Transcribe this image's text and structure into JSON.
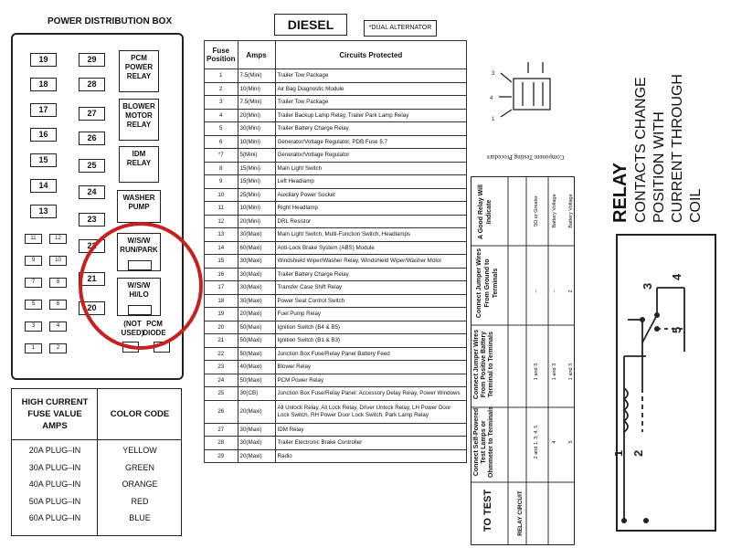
{
  "power_box": {
    "title": "POWER DISTRIBUTION BOX",
    "left_fuses": [
      "19",
      "18",
      "17",
      "16",
      "15",
      "14",
      "13"
    ],
    "right_fuses": [
      "29",
      "28",
      "27",
      "26",
      "25",
      "24",
      "23",
      "22",
      "21",
      "20"
    ],
    "mini_left": [
      "11",
      "9",
      "7",
      "5",
      "3",
      "1"
    ],
    "mini_right": [
      "12",
      "10",
      "8",
      "6",
      "4",
      "2"
    ],
    "pcm_relay": "PCM POWER RELAY",
    "blower_relay": "BLOWER MOTOR RELAY",
    "idm_relay": "IDM RELAY",
    "washer_pump": "WASHER PUMP",
    "ws_run": "W/S/W RUN/PARK",
    "ws_hilo": "W/S/W HI/LO",
    "not_used": "(NOT USED)",
    "pcm_diode": "PCM DIODE"
  },
  "color_code": {
    "col1_header": "HIGH CURRENT FUSE VALUE AMPS",
    "col2_header": "COLOR CODE",
    "rows": [
      {
        "fuse": "20A PLUG–IN",
        "color": "YELLOW"
      },
      {
        "fuse": "30A PLUG–IN",
        "color": "GREEN"
      },
      {
        "fuse": "40A PLUG–IN",
        "color": "ORANGE"
      },
      {
        "fuse": "50A PLUG–IN",
        "color": "RED"
      },
      {
        "fuse": "60A PLUG–IN",
        "color": "BLUE"
      }
    ]
  },
  "fuse_table": {
    "title": "DIESEL",
    "note": "*DUAL ALTERNATOR",
    "headers": [
      "Fuse Position",
      "Amps",
      "Circuits Protected"
    ],
    "rows": [
      [
        "1",
        "7.5(Mini)",
        "Trailer Tow Package"
      ],
      [
        "2",
        "10(Mini)",
        "Air Bag Diagnostic Module"
      ],
      [
        "3",
        "7.5(Mini)",
        "Trailer Tow Package"
      ],
      [
        "4",
        "20(Mini)",
        "Trailer Backup Lamp Relay, Trailer Park Lamp Relay"
      ],
      [
        "5",
        "30(Mini)",
        "Trailer Battery Charge Relay"
      ],
      [
        "6",
        "10(Mini)",
        "Generator/Voltage Regulator, PDB Fuse 5.7"
      ],
      [
        "*7",
        "5(Mini)",
        "Generator/Voltage Regulator"
      ],
      [
        "8",
        "15(Mini)",
        "Main Light Switch"
      ],
      [
        "9",
        "15(Mini)",
        "Left Headlamp"
      ],
      [
        "10",
        "25(Mini)",
        "Auxiliary Power Socket"
      ],
      [
        "11",
        "10(Mini)",
        "Right Headlamp"
      ],
      [
        "12",
        "20(Mini)",
        "DRL Resistor"
      ],
      [
        "13",
        "30(Maxi)",
        "Main Light Switch, Multi-Function Switch, Headlamps"
      ],
      [
        "14",
        "60(Maxi)",
        "Anti-Lock Brake System (ABS) Module"
      ],
      [
        "15",
        "30(Maxi)",
        "Windshield Wiper/Washer Relay, Windshield Wiper/Washer Motor"
      ],
      [
        "16",
        "30(Maxi)",
        "Trailer Battery Charge Relay"
      ],
      [
        "17",
        "30(Maxi)",
        "Transfer Case Shift Relay"
      ],
      [
        "18",
        "30(Maxi)",
        "Power Seat Control Switch"
      ],
      [
        "19",
        "20(Maxi)",
        "Fuel Pump Relay"
      ],
      [
        "20",
        "50(Maxi)",
        "Ignition Switch (B4 & B5)"
      ],
      [
        "21",
        "50(Maxi)",
        "Ignition Switch (B1 & B3)"
      ],
      [
        "22",
        "50(Maxi)",
        "Junction Box Fuse/Relay Panel Battery Feed"
      ],
      [
        "23",
        "40(Maxi)",
        "Blower Relay"
      ],
      [
        "24",
        "50(Maxi)",
        "PCM Power Relay"
      ],
      [
        "25",
        "30(CB)",
        "Junction Box Fuse/Relay Panel: Accessory Delay Relay, Power Windows"
      ],
      [
        "26",
        "20(Maxi)",
        "All Unlock Relay, All Lock Relay, Driver Unlock Relay, LH Power Door Lock Switch, RH Power Door Lock Switch, Park Lamp Relay"
      ],
      [
        "27",
        "30(Maxi)",
        "IDM Relay"
      ],
      [
        "28",
        "30(Maxi)",
        "Trailer Electronic Brake Controller"
      ],
      [
        "29",
        "20(Maxi)",
        "Radio"
      ]
    ]
  },
  "component_test": {
    "title": "Component Testing Procedure",
    "col_headers": [
      "TO TEST",
      "Connect Self-Powered Test Lamps or Ohmmeter to Terminals",
      "Connect Jumper Wires From Positive Battery Terminal to Terminals",
      "Connect Jumper Wires From Ground to Terminals",
      "A Good Relay Will Indicate"
    ],
    "row_label": "RELAY CIRCUIT",
    "row1": [
      "2 and 1, 3, 4, 5",
      "1 and 3",
      "–",
      "5Ω or Greater"
    ],
    "row2": [
      "4",
      "1 and 3",
      "–",
      "Battery Voltage"
    ],
    "row3": [
      "5",
      "1 and 3",
      "2",
      "Battery Voltage"
    ]
  },
  "relay": {
    "heading": "RELAY",
    "desc": "CONTACTS CHANGE POSITION WITH CURRENT THROUGH COIL",
    "terminals": [
      "1",
      "2",
      "3",
      "4",
      "5"
    ]
  }
}
